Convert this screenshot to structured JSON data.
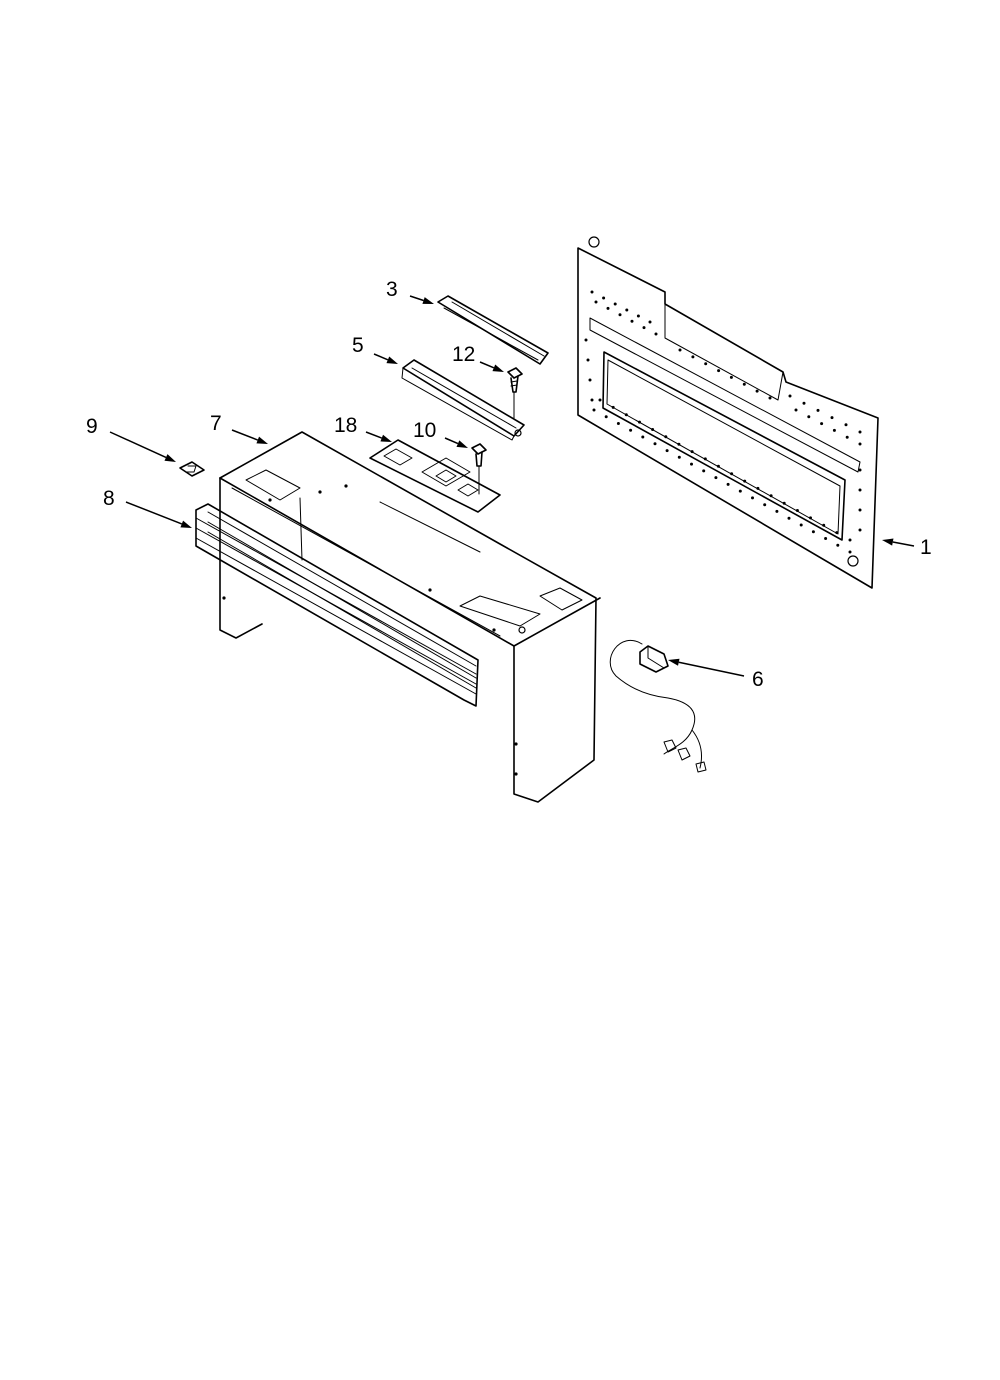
{
  "callouts": {
    "p1": "1",
    "p3": "3",
    "p5": "5",
    "p6": "6",
    "p7": "7",
    "p8": "8",
    "p9": "9",
    "p10": "10",
    "p12": "12",
    "p18": "18"
  }
}
